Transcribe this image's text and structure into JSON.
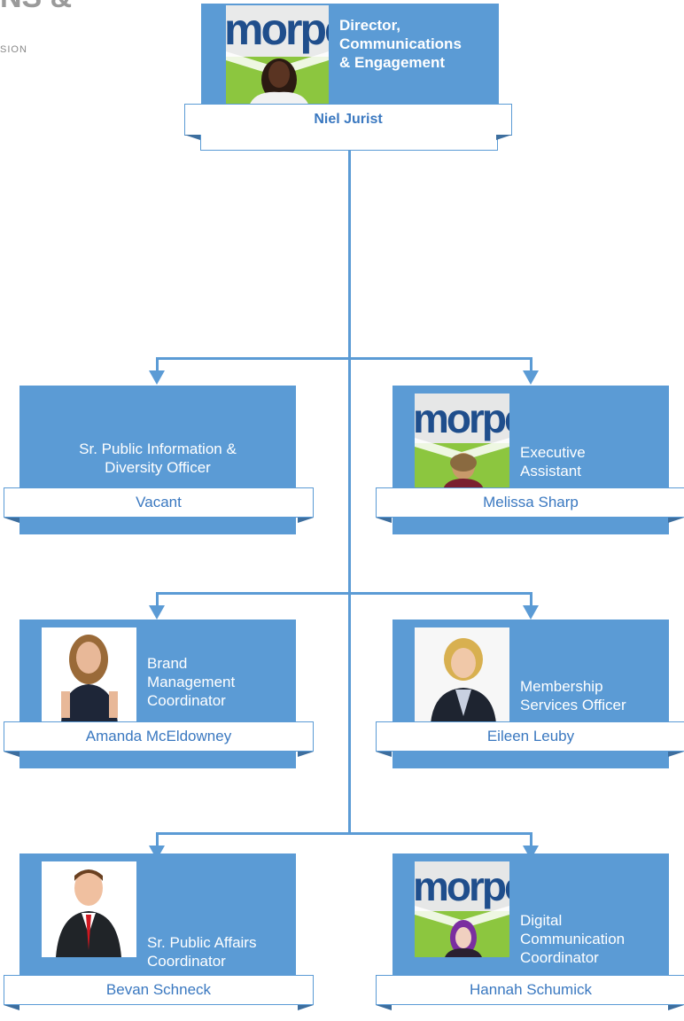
{
  "header": {
    "partial_title": "NS &",
    "partial_subtitle": "SION"
  },
  "director": {
    "title_lines": [
      "Director,",
      "Communications",
      "& Engagement"
    ],
    "name": "Niel Jurist"
  },
  "staff": [
    {
      "title_lines": [
        "Sr. Public Information &",
        "Diversity Officer"
      ],
      "name": "Vacant",
      "has_photo": false
    },
    {
      "title_lines": [
        "Executive",
        "Assistant"
      ],
      "name": "Melissa Sharp",
      "has_photo": true,
      "logo_text": "morpc"
    },
    {
      "title_lines": [
        "Brand",
        "Management",
        "Coordinator"
      ],
      "name": "Amanda McEldowney",
      "has_photo": true
    },
    {
      "title_lines": [
        "Membership",
        "Services Officer"
      ],
      "name": "Eileen Leuby",
      "has_photo": true
    },
    {
      "title_lines": [
        "Sr. Public Affairs",
        "Coordinator"
      ],
      "name": "Bevan Schneck",
      "has_photo": true
    },
    {
      "title_lines": [
        "Digital",
        "Communication",
        "Coordinator"
      ],
      "name": "Hannah Schumick",
      "has_photo": true,
      "logo_text": "morpc"
    }
  ],
  "logo_text": "morpc",
  "colors": {
    "box_blue": "#5b9bd5",
    "name_text": "#3a78c0",
    "white": "#ffffff"
  }
}
